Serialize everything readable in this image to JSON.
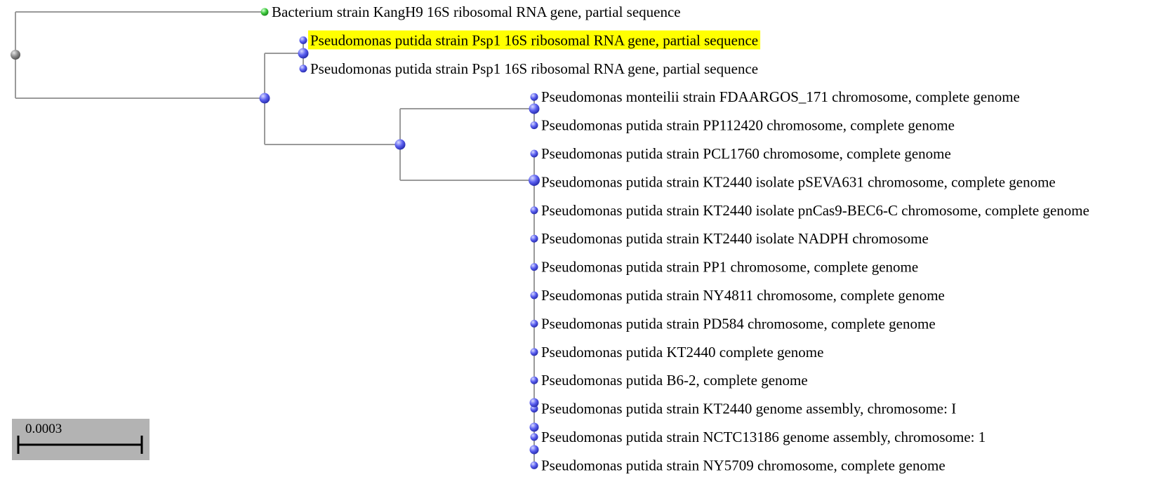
{
  "colors": {
    "branch": "#9a9a9a",
    "node_blue": "#4d52e6",
    "node_blue_light": "#c9cbff",
    "node_root": "#8c8c8c",
    "node_green": "#3ecb3e",
    "highlight": "#ffff00",
    "scale_bg": "#b3b3b3"
  },
  "leaves": [
    {
      "label": "Bacterium strain KangH9 16S ribosomal RNA gene, partial sequence",
      "node": "green",
      "highlighted": false
    },
    {
      "label": "Pseudomonas putida strain Psp1 16S ribosomal RNA gene, partial sequence",
      "node": "blue",
      "highlighted": true
    },
    {
      "label": "Pseudomonas putida strain Psp1 16S ribosomal RNA gene, partial sequence",
      "node": "blue",
      "highlighted": false
    },
    {
      "label": "Pseudomonas monteilii strain FDAARGOS_171 chromosome, complete genome",
      "node": "blue",
      "highlighted": false
    },
    {
      "label": "Pseudomonas putida strain PP112420 chromosome, complete genome",
      "node": "blue",
      "highlighted": false
    },
    {
      "label": "Pseudomonas putida strain PCL1760 chromosome, complete genome",
      "node": "blue",
      "highlighted": false
    },
    {
      "label": "Pseudomonas putida strain KT2440 isolate pSEVA631 chromosome, complete genome",
      "node": "blue",
      "highlighted": false
    },
    {
      "label": "Pseudomonas putida strain KT2440 isolate pnCas9-BEC6-C chromosome, complete genome",
      "node": "blue",
      "highlighted": false
    },
    {
      "label": "Pseudomonas putida strain KT2440 isolate NADPH chromosome",
      "node": "blue",
      "highlighted": false
    },
    {
      "label": "Pseudomonas putida strain PP1 chromosome, complete genome",
      "node": "blue",
      "highlighted": false
    },
    {
      "label": "Pseudomonas putida strain NY4811 chromosome, complete genome",
      "node": "blue",
      "highlighted": false
    },
    {
      "label": "Pseudomonas putida strain PD584 chromosome, complete genome",
      "node": "blue",
      "highlighted": false
    },
    {
      "label": "Pseudomonas putida KT2440 complete genome",
      "node": "blue",
      "highlighted": false
    },
    {
      "label": "Pseudomonas putida B6-2, complete genome",
      "node": "blue",
      "highlighted": false
    },
    {
      "label": "Pseudomonas putida strain KT2440 genome assembly, chromosome: I",
      "node": "blue",
      "highlighted": false
    },
    {
      "label": "Pseudomonas putida strain NCTC13186 genome assembly, chromosome: 1",
      "node": "blue",
      "highlighted": false
    },
    {
      "label": "Pseudomonas putida strain NY5709 chromosome, complete genome",
      "node": "blue",
      "highlighted": false
    }
  ],
  "scale_bar": {
    "label": "0.0003"
  }
}
